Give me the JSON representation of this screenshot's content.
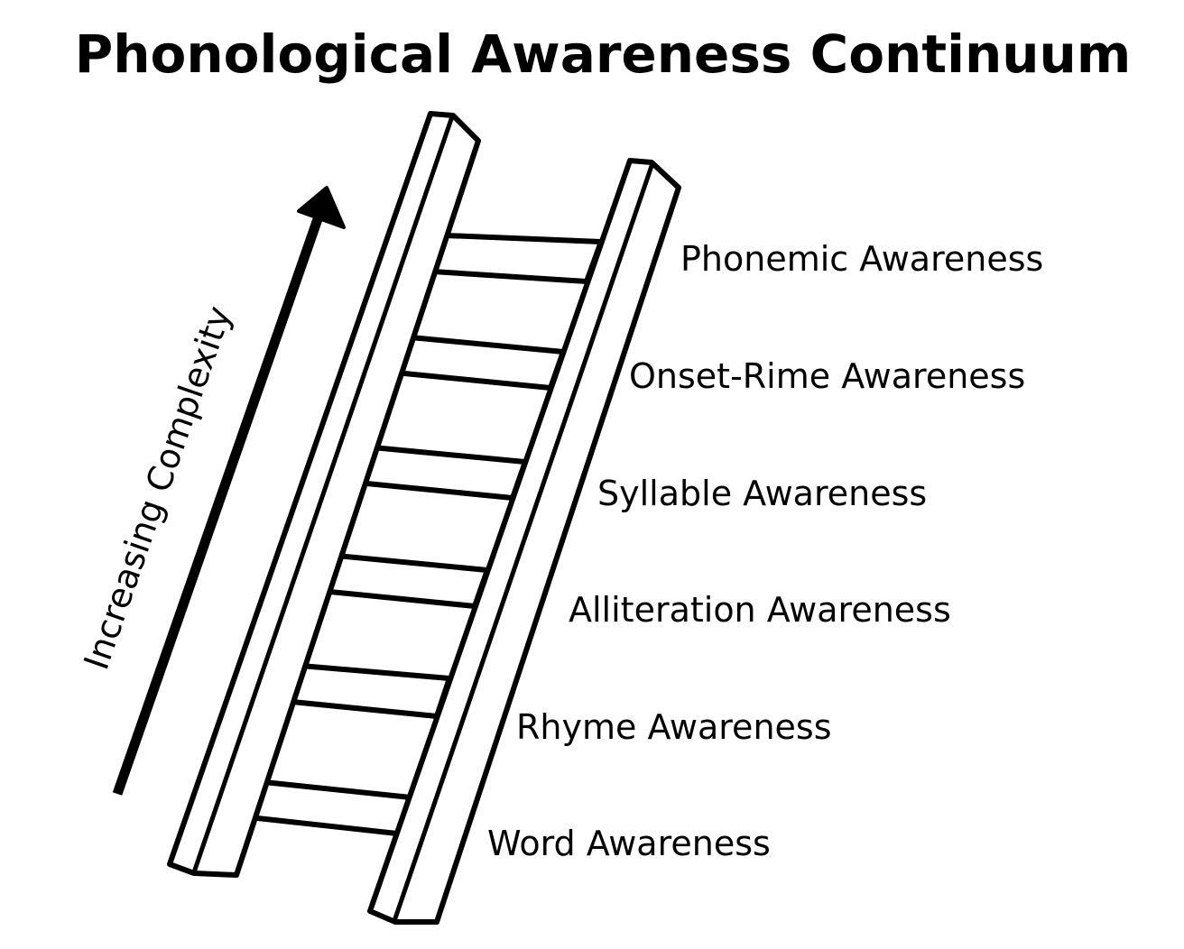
{
  "title": "Phonological Awareness Continuum",
  "arrow_label": "Increasing Complexity",
  "stages": [
    "Phonemic Awareness",
    "Onset-Rime Awareness",
    "Syllable Awareness",
    "Alliteration Awareness",
    "Rhyme Awareness",
    "Word Awareness"
  ],
  "colors": {
    "stroke": "#000000",
    "fill": "#ffffff"
  }
}
